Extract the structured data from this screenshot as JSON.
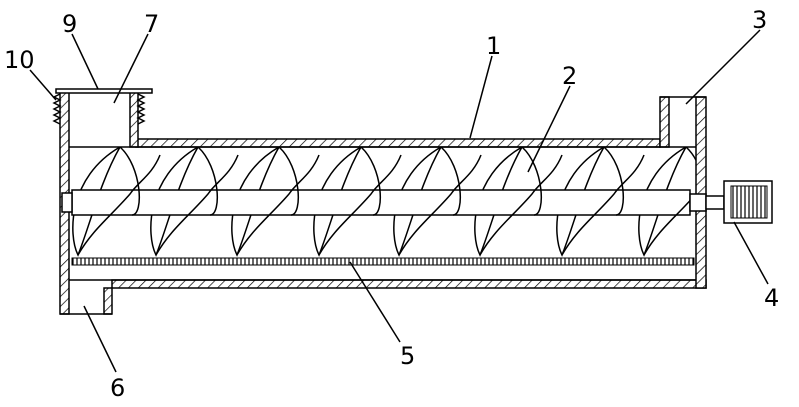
{
  "labels": {
    "l1": "1",
    "l2": "2",
    "l3": "3",
    "l4": "4",
    "l5": "5",
    "l6": "6",
    "l7": "7",
    "l9": "9",
    "l10": "10"
  },
  "colors": {
    "stroke": "#000000",
    "background": "#ffffff"
  }
}
